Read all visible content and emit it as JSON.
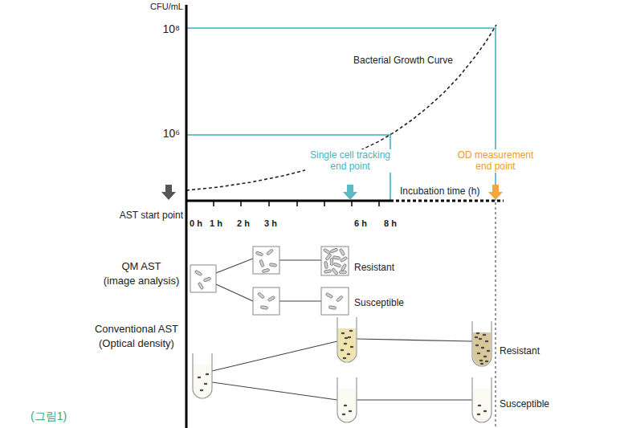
{
  "diagram": {
    "caption": "(그림1)",
    "labels": [
      "CFU/mL",
      "10⁸",
      "Bacterial Growth Curve",
      "10⁶",
      "Single cell tracking end point",
      "OD measurement end point",
      "Incubation time (h)",
      "AST start point",
      "0 h",
      "1 h",
      "2 h",
      "3 h",
      "6 h",
      "8 h",
      "QM AST",
      "(image analysis)",
      "Resistant",
      "Susceptible",
      "Conventional AST",
      "(Optical density)",
      "Resistant",
      "Susceptible"
    ]
  }
}
